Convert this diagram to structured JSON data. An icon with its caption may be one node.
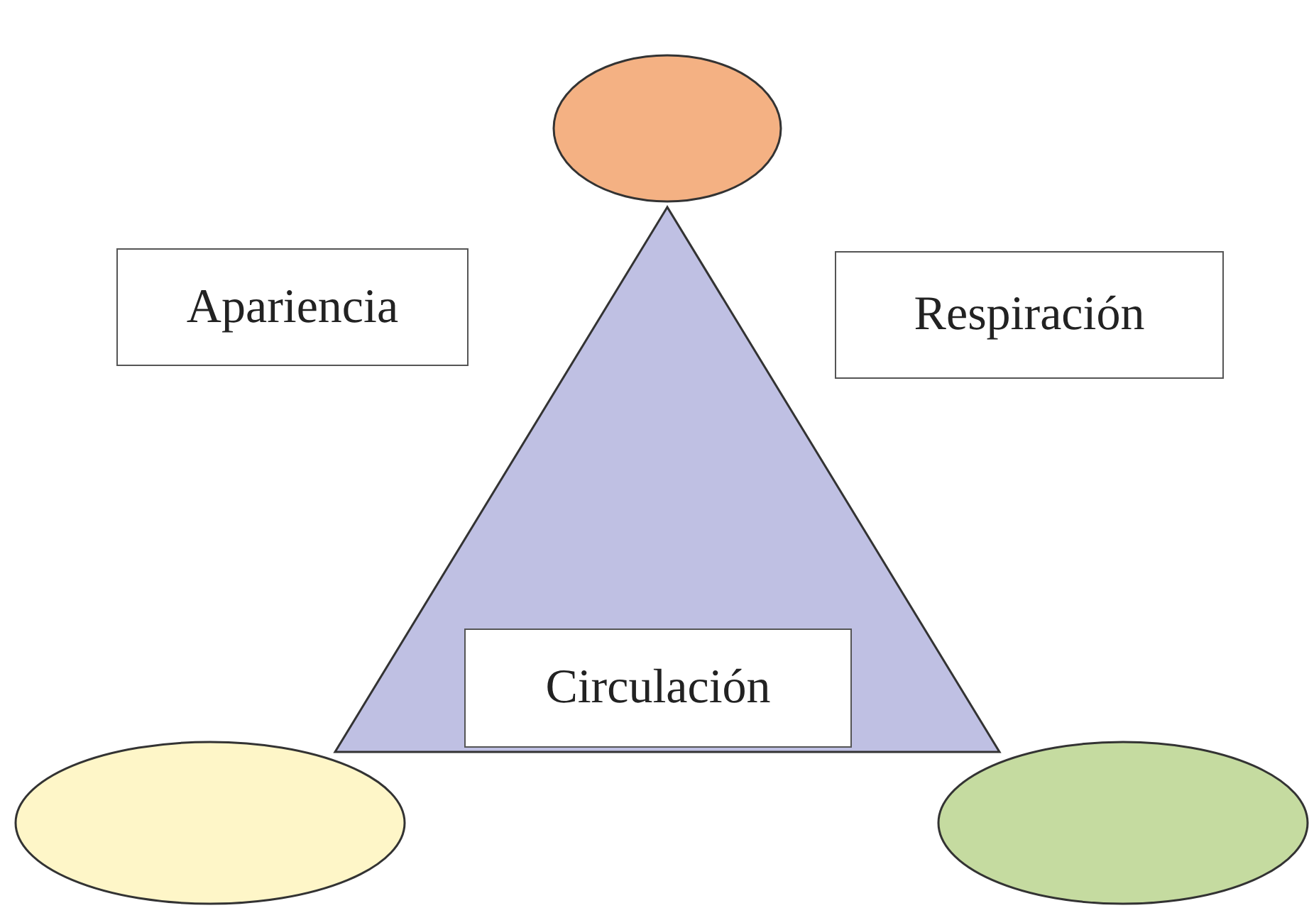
{
  "diagram": {
    "nodes": [
      {
        "text": [],
        "shape": "ellipse"
      },
      {
        "text": [
          "Apariencia"
        ]
      },
      {
        "text": [
          "Respiración"
        ]
      },
      {
        "text": [],
        "shape": "triangle"
      },
      {
        "text": [
          "Circulación"
        ],
        "in": 3
      },
      {
        "text": [],
        "shape": "ellipse"
      },
      {
        "text": [],
        "shape": "ellipse"
      }
    ]
  }
}
